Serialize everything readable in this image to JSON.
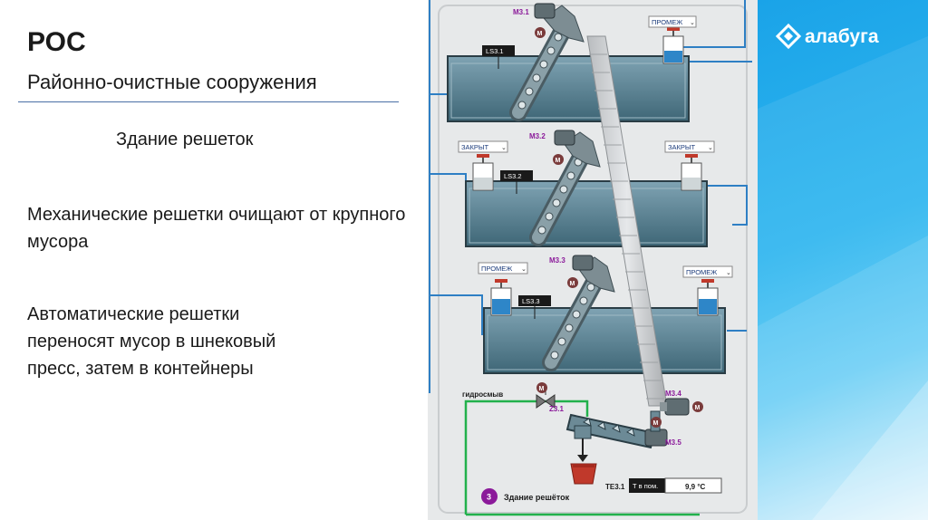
{
  "slide": {
    "title": "РОС",
    "subtitle": "Районно-очистные сооружения",
    "section_heading": "Здание решеток",
    "paragraph_1": "Механические решетки очищают от крупного мусора",
    "paragraph_2": "Автоматические решетки переносят мусор в шнековый пресс, затем в контейнеры"
  },
  "brand": {
    "name": "алабуга",
    "logo_icon": "diamond-logo-icon",
    "color": "#1aa3e8"
  },
  "scada": {
    "motors": {
      "m31": "M3.1",
      "m32": "M3.2",
      "m33": "M3.3",
      "m34": "M3.4",
      "m35": "M3.5",
      "motor_glyph": "M"
    },
    "level_sensors": {
      "ls31": "LS3.1",
      "ls32": "LS3.2",
      "ls33": "LS3.3"
    },
    "valve_states": {
      "v1": "ПРОМЕЖ",
      "v2_left": "ЗАКРЫТ",
      "v2_right": "ЗАКРЫТ",
      "v3_left": "ПРОМЕЖ",
      "v3_right": "ПРОМЕЖ"
    },
    "flush": {
      "label": "гидросмыв",
      "valve_tag": "Z3.1"
    },
    "temperature": {
      "tag": "TE3.1",
      "label": "Т в пом.",
      "value": "9,9 °C"
    },
    "location": {
      "number": "3",
      "label": "Здание решёток"
    },
    "colors": {
      "tank": "#4f7a8c",
      "water_pipe": "#2e7fc4",
      "flush_pipe": "#22b14c",
      "motor_badge": "#7a3b3b",
      "label_purple": "#8b1a9a",
      "container": "#c0392b"
    }
  }
}
